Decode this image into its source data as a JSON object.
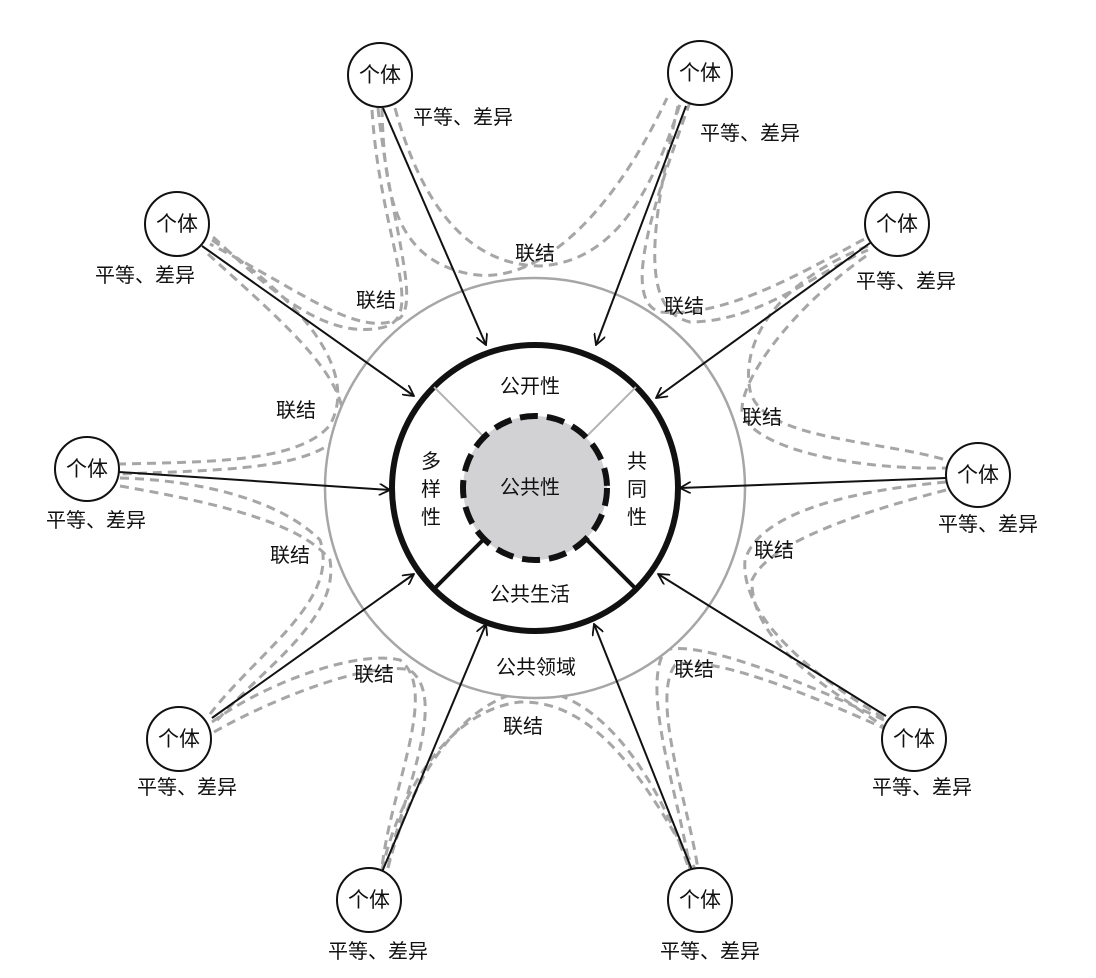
{
  "center": {
    "core_label": "公共性",
    "top_label": "公开性",
    "bottom_label": "公共生活",
    "left_label": [
      "多",
      "样",
      "性"
    ],
    "right_label": [
      "共",
      "同",
      "性"
    ],
    "outer_label": "公共领域"
  },
  "node_label": "个体",
  "attribute_label": "平等、差异",
  "link_label": "联结",
  "individual_count": 10,
  "link_count": 10,
  "colors": {
    "stroke": "#111111",
    "link_dash": "#a6a6a6",
    "outer_ring": "#a6a6a6",
    "core_fill": "#d2d2d4"
  }
}
